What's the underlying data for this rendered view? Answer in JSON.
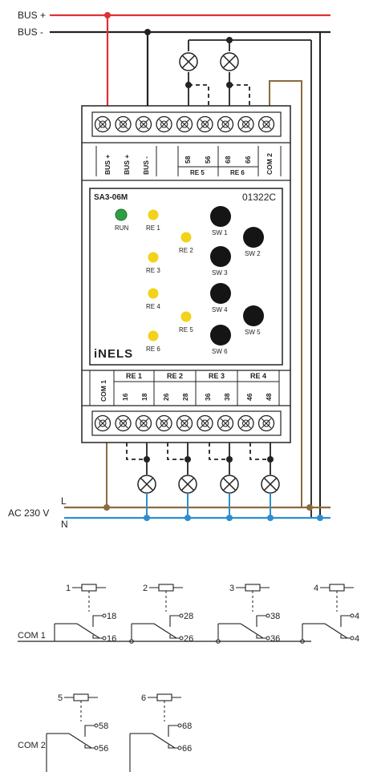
{
  "colors": {
    "bus_plus": "#e03131",
    "bus_minus": "#222222",
    "line_L": "#8b6b3c",
    "line_N": "#2d8ecf",
    "led_green": "#2ea043",
    "led_yellow": "#f2d21a",
    "button": "#151515"
  },
  "wiring": {
    "bus_plus": "BUS +",
    "bus_minus": "BUS -",
    "ac_label": "AC 230 V",
    "L": "L",
    "N": "N"
  },
  "module": {
    "model": "SA3-06M",
    "code": "01322C",
    "brand": "iNELS",
    "top_terminals": [
      "BUS +",
      "BUS +",
      "BUS -",
      "58",
      "56",
      "68",
      "66",
      "COM 2"
    ],
    "top_groups": [
      "RE 5",
      "RE 6"
    ],
    "bottom_terminals": [
      "COM 1",
      "16",
      "18",
      "26",
      "28",
      "36",
      "38",
      "46",
      "48"
    ],
    "bottom_groups": [
      "RE 1",
      "RE 2",
      "RE 3",
      "RE 4"
    ],
    "run_label": "RUN",
    "leds": [
      "RE 1",
      "RE 2",
      "RE 3",
      "RE 4",
      "RE 5",
      "RE 6"
    ],
    "buttons": [
      "SW 1",
      "SW 2",
      "SW 3",
      "SW 4",
      "SW 5",
      "SW 6"
    ]
  },
  "schematic": {
    "row1": [
      {
        "num": "1",
        "no": "18",
        "nc": "16"
      },
      {
        "num": "2",
        "no": "28",
        "nc": "26"
      },
      {
        "num": "3",
        "no": "38",
        "nc": "36"
      },
      {
        "num": "4",
        "no": "4",
        "nc": "4"
      }
    ],
    "row1_common": "COM 1",
    "row2": [
      {
        "num": "5",
        "no": "58",
        "nc": "56"
      },
      {
        "num": "6",
        "no": "68",
        "nc": "66"
      }
    ],
    "row2_common": "COM 2"
  }
}
